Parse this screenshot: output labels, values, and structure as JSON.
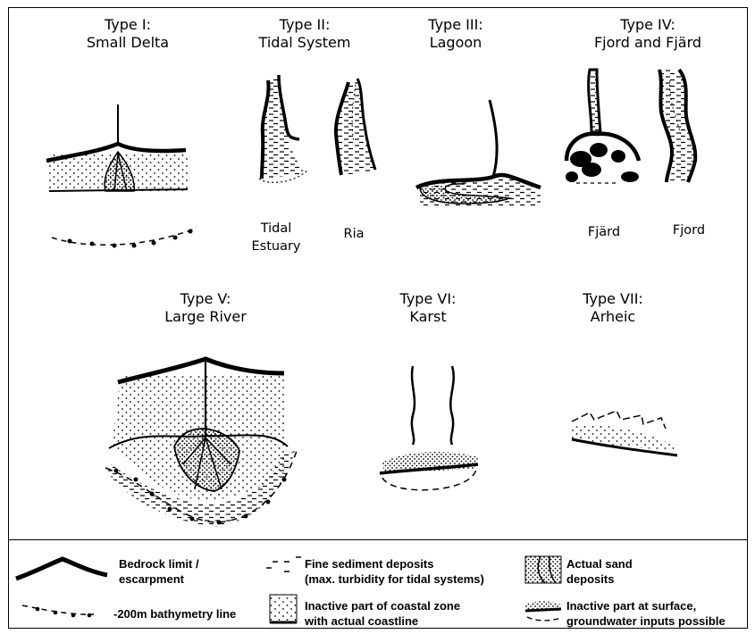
{
  "types": [
    {
      "line1": "Type I:",
      "line2": "Small Delta"
    },
    {
      "line1": "Type II:",
      "line2": "Tidal System"
    },
    {
      "line1": "Type III:",
      "line2": "Lagoon"
    },
    {
      "line1": "Type IV:",
      "line2": "Fjord and Fjärd"
    },
    {
      "line1": "Type V:",
      "line2": "Large River"
    },
    {
      "line1": "Type VI:",
      "line2": "Karst"
    },
    {
      "line1": "Type VII:",
      "line2": "Arheic"
    }
  ],
  "sublabels": {
    "tidal_estuary_1": "Tidal",
    "tidal_estuary_2": "Estuary",
    "ria": "Ria",
    "fjard": "Fjärd",
    "fjord": "Fjord"
  },
  "legend": {
    "bedrock_1": "Bedrock limit /",
    "bedrock_2": "escarpment",
    "bathy": "-200m bathymetry line",
    "fine_1": "Fine sediment deposits",
    "fine_2": "(max. turbidity for tidal systems)",
    "inactive_coast_1": "Inactive part of coastal zone",
    "inactive_coast_2": "with actual coastline",
    "sand_1": "Actual sand",
    "sand_2": "deposits",
    "inactive_surface_1": "Inactive part at surface,",
    "inactive_surface_2": "groundwater inputs possible"
  }
}
